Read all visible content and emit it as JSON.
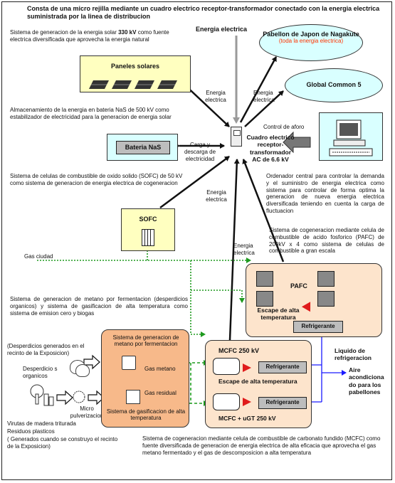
{
  "title": "Consta de una micro rejilla mediante un cuadro electrico receptor-transformador conectado con la energia electrica suministrada por la linea de distribucion",
  "texts": {
    "energia_electrica_top": "Energia electrica",
    "solar_desc_pre": "Sistema de generacion de la energia solar ",
    "solar_desc_kv": "330 kV",
    "solar_desc_post": "como fuente electrica diversificada que aprovecha la energia natural",
    "nas_desc": "Almacenamiento de la energia en bateria NaS de 500 kV como estabilizador de electricidad para la generacion de energia solar",
    "sofc_desc": "Sistema de celulas de combustible de oxido solido (SOFC) de 50 kV como sistema de generacion de energia electrica de cogeneracion",
    "control_desc": "Ordenador central para controlar la demanda y el suministro de energia electrica como sistema para controlar de forma optima la generacion de nueva energia electrica diversificada teniendo en cuenta la carga de fluctuacion",
    "pafc_desc": "Sistema de cogeneracion mediante celula de combustible de acido fosforico (PAFC) de 200kV x 4 como sistema de celulas de combustible a gran escala",
    "gas_ciudad": "Gas ciudad",
    "metano_desc": "Sistema de generacion de metano por fermentacion (desperdicios organicos) y sistema de gasificacion de alta temperatura como sistema de emision cero y biogas",
    "desperdicios_generados": "(Desperdicios generados en el recinto de la Exposicion)",
    "desperdicios_organicos": "Desperdicio s organicos",
    "micro_pulverizacion": "Micro pulverizacion",
    "virutas": "Virutas de madera triturada",
    "residuos": "Residuos plasticos",
    "generados_construyo": "( Generados cuando se construyo el recinto de la Exposicion)",
    "mcfc_desc": "Sistema de cogeneracion mediante celula de combustible de carbonato fundido (MCFC) como fuente diversificada de generacion de energia electrica de alta eficacia que aprovecha el gas metano fermentado y el gas de descomposicion a alta temperatura",
    "liquido_refrigeracion": "Liquido de refrigeracion",
    "aire_acond": "Aire acondiciona do para los pabellones"
  },
  "nodes": {
    "pabellon_name": "Pabellon de Japon de Nagakute",
    "pabellon_sub": "(toda la energia electrica)",
    "global_common": "Global Common 5",
    "paneles": "Paneles solares",
    "bateria": "Bateria NaS",
    "sofc": "SOFC",
    "cuadro": "Cuadro electrico receptor-transformador AC de 6.6 kV",
    "control_aforo": "Control de aforo",
    "pafc": "PAFC",
    "escape_pafc": "Escape de alta temperatura",
    "refrigerante_pafc": "Refrigerante",
    "metano_box": "Sistema de generacion de metano por fermentacion",
    "gasif_box": "Sistema de gasificacion de alta temperatura",
    "gas_metano": "Gas metano",
    "gas_residual": "Gas residual",
    "mcfc": "MCFC 250 kV",
    "refrigerante_mcfc1": "Refrigerante",
    "escape_mcfc": "Escape de alta temperatura",
    "refrigerante_mcfc2": "Refrigerante",
    "mcfc_ugt": "MCFC + uGT 250 kV"
  },
  "edges": {
    "energia_solar": "Energia electrica",
    "energia_global": "Energia electrica",
    "carga_descarga": "Carga y descarga de electricidad",
    "energia_sofc": "Energia electrica",
    "energia_mcfc": "Energia electrica"
  },
  "colors": {
    "ellipse_fill": "#d9ffff",
    "solar_fill": "#ffffc0",
    "peach_fill": "#fde4cc",
    "red_text": "#ff3300",
    "green_dotted": "#1e9a1e",
    "blue_line": "#1a1aff"
  }
}
